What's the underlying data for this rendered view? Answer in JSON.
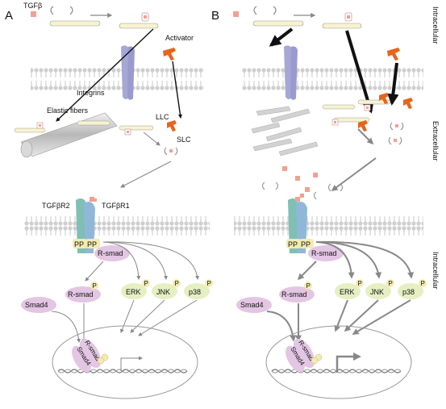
{
  "panels": {
    "a": "A",
    "b": "B"
  },
  "labels": {
    "tgfb": "TGFβ",
    "activator": "Activator",
    "integrins": "Integrins",
    "elastic_fibers": "Elastic fibers",
    "llc": "LLC",
    "slc": "SLC",
    "tgfbr2": "TGFβR2",
    "tgfbr1": "TGFβR1",
    "p": "P",
    "pp": "PP",
    "r_smad": "R-smad",
    "erk": "ERK",
    "jnk": "JNK",
    "p38": "p38",
    "smad4": "Smad4"
  },
  "side_labels": {
    "intracellular_top": "Intracellular",
    "extracellular": "Extracellular",
    "intracellular_bottom": "Intracellular"
  },
  "colors": {
    "membrane": "#d2d2d2",
    "receptor_r2": "#7fbfb4",
    "receptor_r1": "#8fb8d8",
    "integrin": "#a7a7d6",
    "activator": "#e8641a",
    "smad": "#e3c6e3",
    "kinase": "#e6efc2",
    "phospho": "#f3ebb0",
    "tgfb_square": "#f2a090",
    "arrow_thin": "#888888",
    "arrow_thick": "#111111"
  }
}
